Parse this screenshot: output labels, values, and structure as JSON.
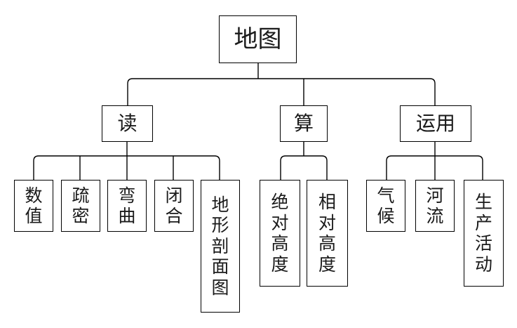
{
  "diagram": {
    "title": "地图",
    "type": "tree-diagram",
    "colors": {
      "background": "#ffffff",
      "stroke": "#000000",
      "text": "#1a1a1a"
    },
    "root": {
      "label": "地图",
      "chars": [
        "地",
        "图"
      ]
    },
    "branches": [
      {
        "label": "读",
        "chars": [
          "读"
        ],
        "children": [
          {
            "label": "数值",
            "chars": [
              "数",
              "值"
            ]
          },
          {
            "label": "疏密",
            "chars": [
              "疏",
              "密"
            ]
          },
          {
            "label": "弯曲",
            "chars": [
              "弯",
              "曲"
            ]
          },
          {
            "label": "闭合",
            "chars": [
              "闭",
              "合"
            ]
          },
          {
            "label": "地形剖面图",
            "chars": [
              "地",
              "形",
              "剖",
              "面",
              "图"
            ]
          }
        ]
      },
      {
        "label": "算",
        "chars": [
          "算"
        ],
        "children": [
          {
            "label": "绝对高度",
            "chars": [
              "绝",
              "对",
              "高",
              "度"
            ]
          },
          {
            "label": "相对高度",
            "chars": [
              "相",
              "对",
              "高",
              "度"
            ]
          }
        ]
      },
      {
        "label": "运用",
        "chars": [
          "运",
          "用"
        ],
        "children": [
          {
            "label": "气候",
            "chars": [
              "气",
              "候"
            ]
          },
          {
            "label": "河流",
            "chars": [
              "河",
              "流"
            ]
          },
          {
            "label": "生产活动",
            "chars": [
              "生",
              "产",
              "活",
              "动"
            ]
          }
        ]
      }
    ]
  }
}
